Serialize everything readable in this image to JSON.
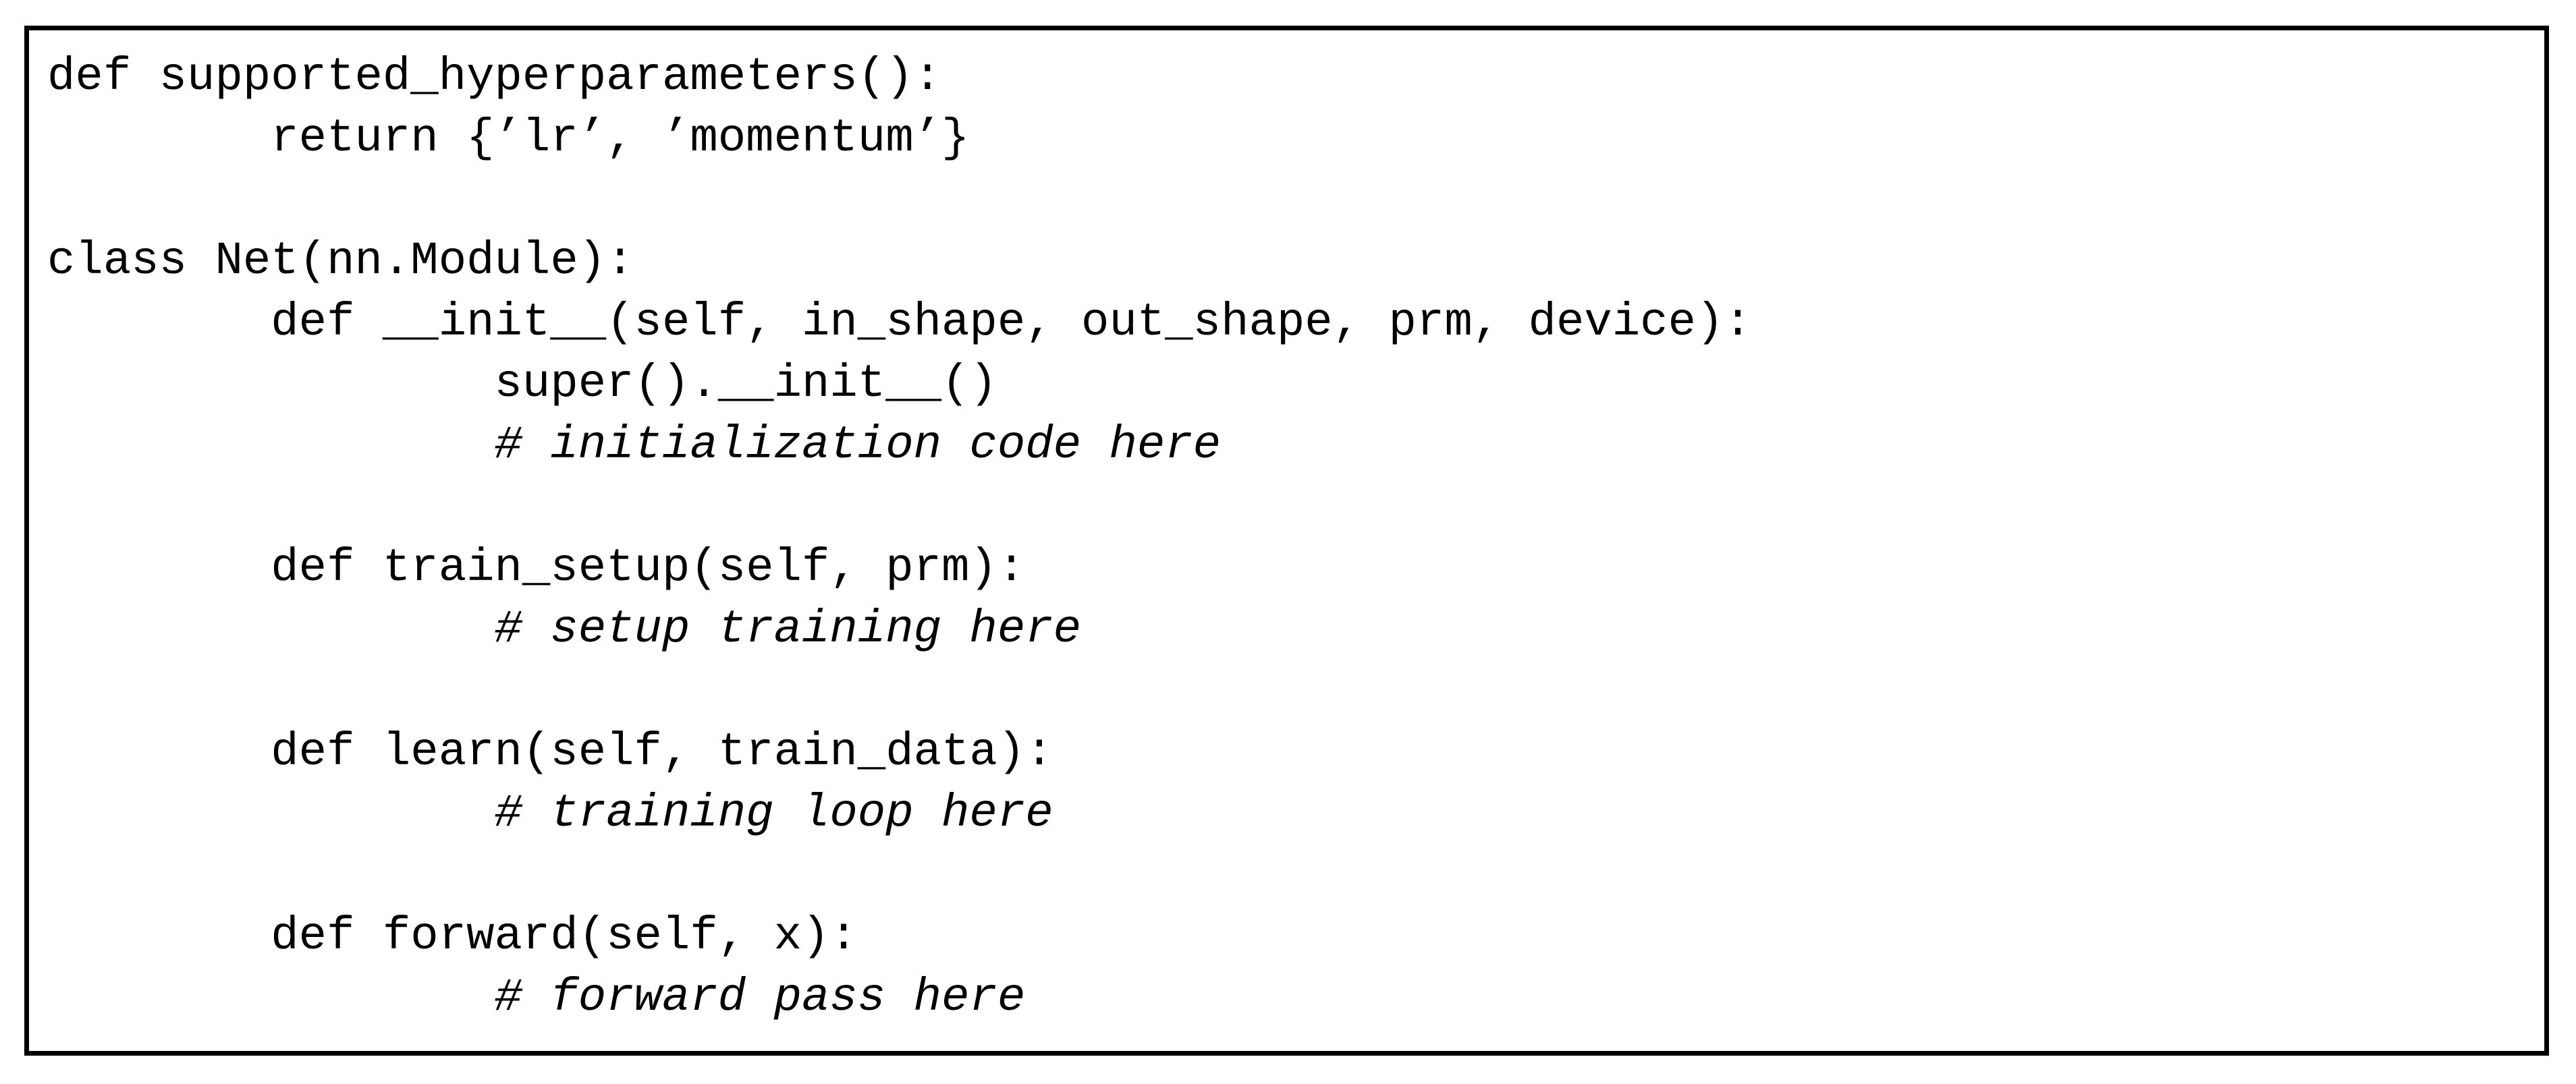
{
  "page": {
    "background_color": "#ffffff",
    "frame_color": "#000000",
    "text_color": "#000000"
  },
  "code_block": {
    "language": "python",
    "lines": [
      {
        "style": "code",
        "text": "def supported_hyperparameters():"
      },
      {
        "style": "code",
        "text": "        return {’lr’, ’momentum’}"
      },
      {
        "style": "blank",
        "text": ""
      },
      {
        "style": "code",
        "text": "class Net(nn.Module):"
      },
      {
        "style": "code",
        "text": "        def __init__(self, in_shape, out_shape, prm, device):"
      },
      {
        "style": "code",
        "text": "                super().__init__()"
      },
      {
        "style": "comment",
        "text": "                # initialization code here"
      },
      {
        "style": "blank",
        "text": ""
      },
      {
        "style": "code",
        "text": "        def train_setup(self, prm):"
      },
      {
        "style": "comment",
        "text": "                # setup training here"
      },
      {
        "style": "blank",
        "text": ""
      },
      {
        "style": "code",
        "text": "        def learn(self, train_data):"
      },
      {
        "style": "comment",
        "text": "                # training loop here"
      },
      {
        "style": "blank",
        "text": ""
      },
      {
        "style": "code",
        "text": "        def forward(self, x):"
      },
      {
        "style": "comment",
        "text": "                # forward pass here"
      }
    ]
  }
}
